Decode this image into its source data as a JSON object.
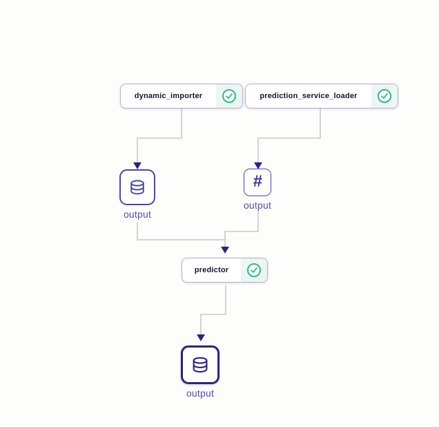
{
  "pipeline": {
    "steps": [
      {
        "label": "dynamic_importer",
        "status": "completed"
      },
      {
        "label": "prediction_service_loader",
        "status": "completed"
      },
      {
        "label": "predictor",
        "status": "completed"
      }
    ],
    "artifacts": [
      {
        "label": "output",
        "icon": "database-icon",
        "selected": false
      },
      {
        "label": "output",
        "icon": "hash-icon",
        "selected": false
      },
      {
        "label": "output",
        "icon": "database-icon",
        "selected": true
      }
    ]
  },
  "icons": {
    "hash": "#"
  },
  "colors": {
    "canvas_background": "#fdfdfc",
    "node_border": "#b4b1cd",
    "artifact_border": "#4b4896",
    "selected_artifact_border": "#2d2770",
    "check_green": "#35b58c",
    "status_section_bg": "#ecf5f1",
    "edge_gray": "#c9c8cc",
    "arrow_indigo": "#2b2483",
    "output_label_purple": "#544f9e",
    "step_label_color": "#17152e"
  }
}
